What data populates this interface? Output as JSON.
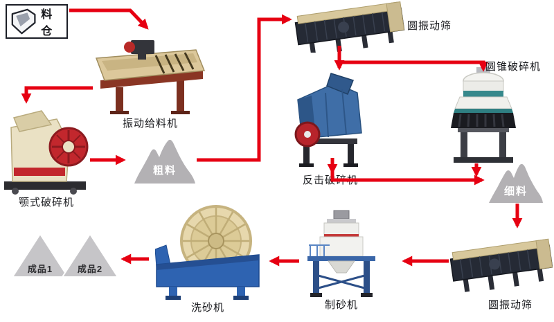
{
  "flow": {
    "nodes": {
      "silo": {
        "label": "料仓"
      },
      "feeder": {
        "label": "振动给料机"
      },
      "jaw_crusher": {
        "label": "颚式破碎机"
      },
      "coarse_material": {
        "label": "粗料"
      },
      "screen_top": {
        "label": "圆振动筛"
      },
      "impact_crusher": {
        "label": "反击破碎机"
      },
      "cone_crusher": {
        "label": "圆锥破碎机"
      },
      "fine_material": {
        "label": "细料"
      },
      "screen_bottom": {
        "label": "圆振动筛"
      },
      "sand_maker": {
        "label": "制砂机"
      },
      "sand_washer": {
        "label": "洗砂机"
      },
      "product_1": {
        "label": "成品1"
      },
      "product_2": {
        "label": "成品2"
      }
    },
    "edges": [
      {
        "from": "silo",
        "to": "feeder"
      },
      {
        "from": "feeder",
        "to": "jaw_crusher"
      },
      {
        "from": "jaw_crusher",
        "to": "coarse_material"
      },
      {
        "from": "coarse_material",
        "to": "screen_top"
      },
      {
        "from": "screen_top",
        "to": "impact_crusher"
      },
      {
        "from": "screen_top",
        "to": "cone_crusher"
      },
      {
        "from": "impact_crusher",
        "to": "fine_material"
      },
      {
        "from": "cone_crusher",
        "to": "fine_material"
      },
      {
        "from": "fine_material",
        "to": "screen_bottom"
      },
      {
        "from": "screen_bottom",
        "to": "sand_maker"
      },
      {
        "from": "sand_maker",
        "to": "sand_washer"
      },
      {
        "from": "sand_washer",
        "to": "product_1"
      },
      {
        "from": "sand_washer",
        "to": "product_2"
      }
    ],
    "colors": {
      "arrow": "#e60012",
      "material_pile": "#b3b1b4",
      "product_triangle": "#c6c5c8",
      "label_text": "#15161a",
      "feeder_body": "#dcc89b",
      "jaw_flywheel": "#c2272d",
      "screen_body": "#252a35",
      "impact_body": "#3f6ea7",
      "cone_band": "#37898c",
      "washer_body": "#2e63b1",
      "background": "#ffffff"
    }
  }
}
